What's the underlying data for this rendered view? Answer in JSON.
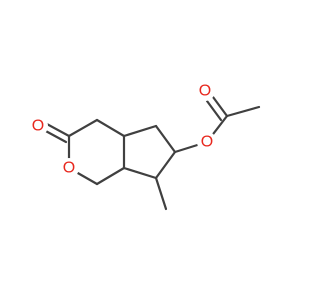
{
  "molecule": {
    "atoms": [
      {
        "id": "o_carbonyl_ring",
        "label": "O",
        "color": "#e8281e"
      },
      {
        "id": "o_ring",
        "label": "O",
        "color": "#e8281e"
      },
      {
        "id": "o_ester",
        "label": "O",
        "color": "#e8281e"
      },
      {
        "id": "o_carbonyl_acetyl",
        "label": "O",
        "color": "#e8281e"
      }
    ],
    "bond_color": "#404040",
    "background": "#ffffff"
  }
}
